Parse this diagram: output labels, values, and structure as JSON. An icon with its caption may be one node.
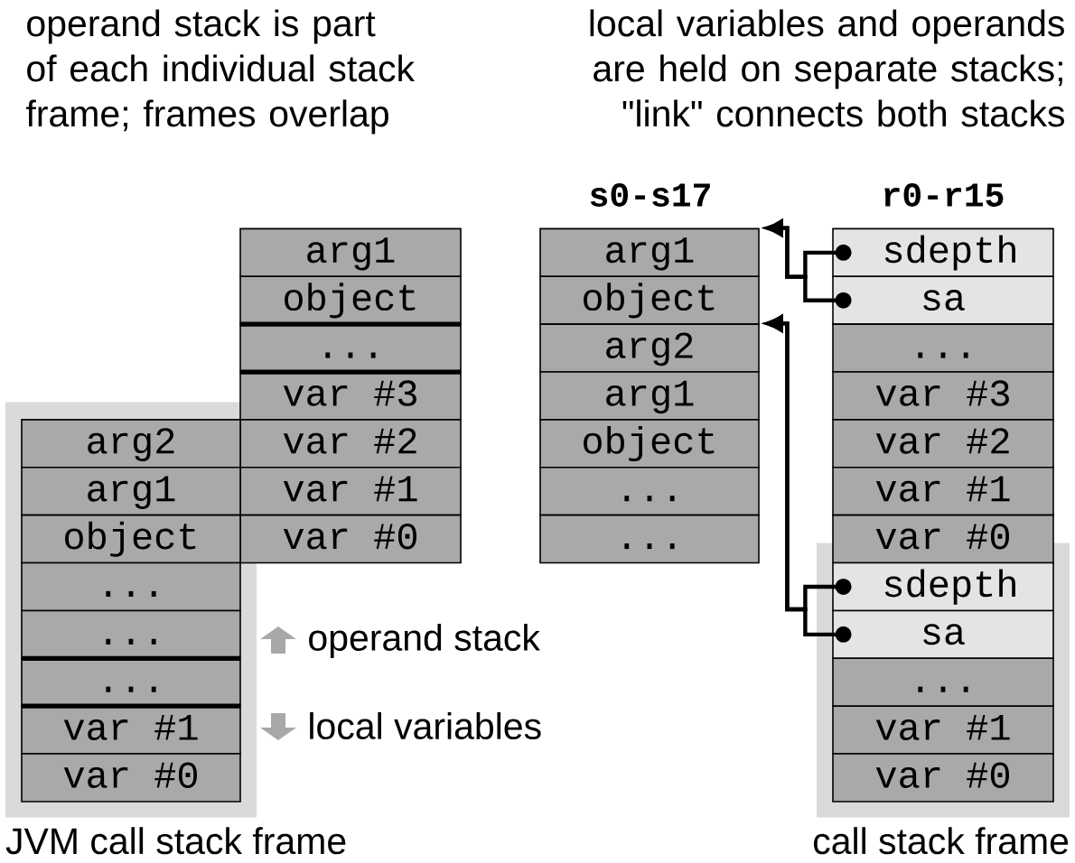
{
  "diagram": {
    "nodes": [
      {
        "text": [
          "JVM call stack frame"
        ]
      },
      {
        "text": [
          "arg1"
        ]
      },
      {
        "text": [
          "object"
        ]
      },
      {
        "text": [
          "..."
        ]
      },
      {
        "text": [
          "var #3"
        ]
      },
      {
        "text": [
          "var #2"
        ]
      },
      {
        "text": [
          "var #1"
        ]
      },
      {
        "text": [
          "var #0"
        ]
      },
      {
        "text": [
          "arg2"
        ],
        "in": 0
      },
      {
        "text": [
          "arg1"
        ],
        "in": 0
      },
      {
        "text": [
          "object"
        ],
        "in": 0
      },
      {
        "text": [
          "..."
        ],
        "in": 0
      },
      {
        "text": [
          "..."
        ],
        "in": 0
      },
      {
        "text": [
          "..."
        ],
        "in": 0
      },
      {
        "text": [
          "var #1"
        ],
        "in": 0
      },
      {
        "text": [
          "var #0"
        ],
        "in": 0
      },
      {
        "text": [
          "arg1"
        ]
      },
      {
        "text": [
          "object"
        ]
      },
      {
        "text": [
          "arg2"
        ]
      },
      {
        "text": [
          "arg1"
        ]
      },
      {
        "text": [
          "object"
        ]
      },
      {
        "text": [
          "..."
        ]
      },
      {
        "text": [
          "..."
        ]
      },
      {
        "text": [
          "sdepth"
        ]
      },
      {
        "text": [
          "sa"
        ]
      },
      {
        "text": [
          "..."
        ]
      },
      {
        "text": [
          "var #3"
        ]
      },
      {
        "text": [
          "var #2"
        ]
      },
      {
        "text": [
          "var #1"
        ]
      },
      {
        "text": [
          "var #0"
        ]
      },
      {
        "text": [
          "call stack frame"
        ]
      },
      {
        "text": [
          "sdepth"
        ],
        "in": 30
      },
      {
        "text": [
          "sa"
        ],
        "in": 30
      },
      {
        "text": [
          "..."
        ],
        "in": 30
      },
      {
        "text": [
          "var #1"
        ],
        "in": 30
      },
      {
        "text": [
          "var #0"
        ],
        "in": 30
      }
    ],
    "edges": [
      {
        "from": 23,
        "to": 16,
        "arrow": "to"
      },
      {
        "from": 24,
        "to": 16,
        "arrow": "to"
      },
      {
        "from": 31,
        "to": 18,
        "arrow": "to"
      },
      {
        "from": 32,
        "to": 18,
        "arrow": "to"
      }
    ],
    "labels": [
      "operand stack is part of each individual stack frame; frames overlap",
      "local variables and operands are held on separate stacks; \"link\" connects both stacks",
      "s0-s17",
      "r0-r15"
    ],
    "legend": [
      {
        "text": "operand stack"
      },
      {
        "text": "local variables"
      }
    ]
  }
}
